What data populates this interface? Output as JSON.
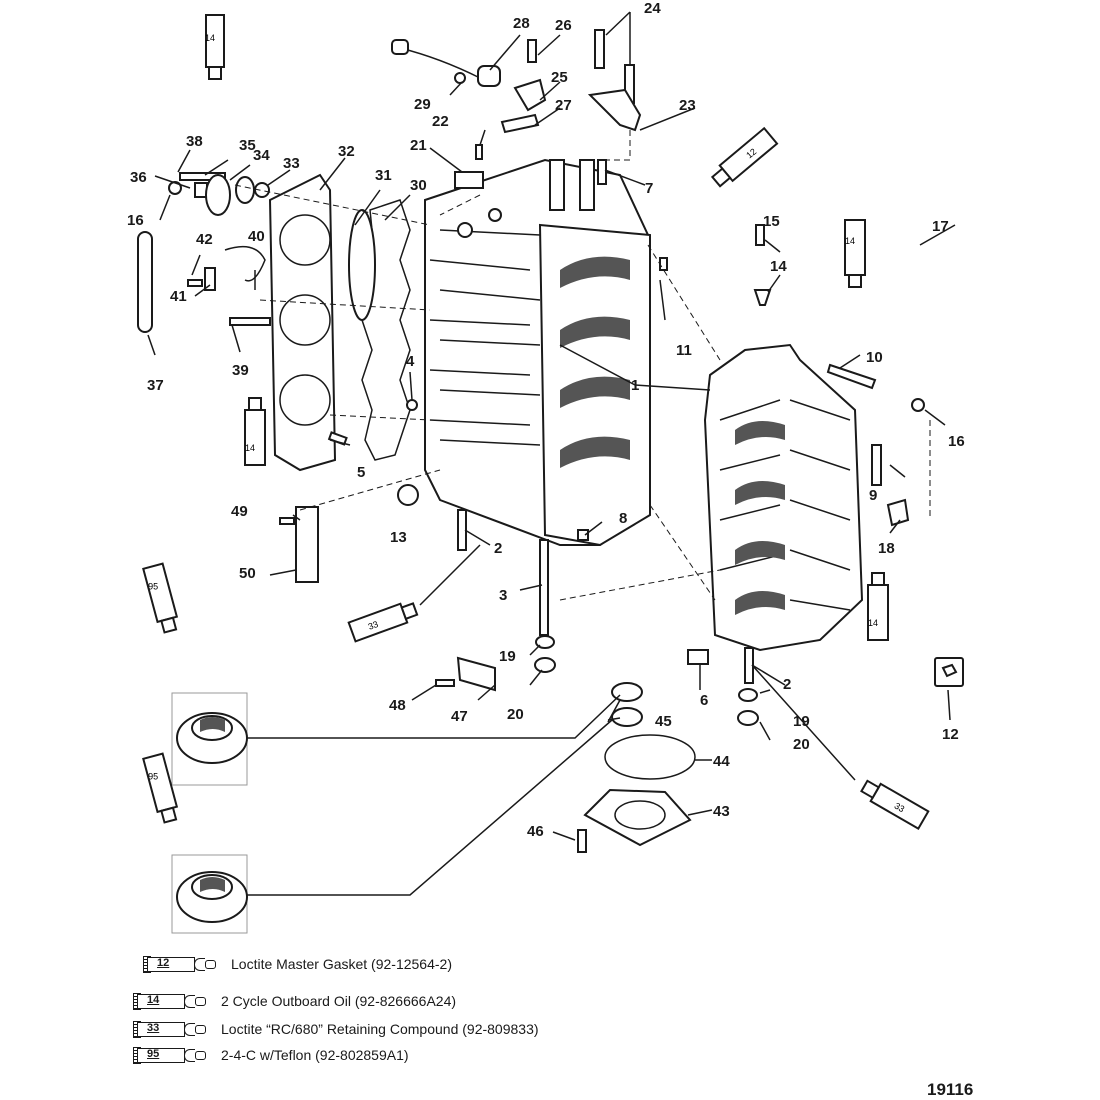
{
  "figure_number": "19116",
  "callouts": [
    "1",
    "2",
    "3",
    "4",
    "5",
    "6",
    "7",
    "8",
    "9",
    "10",
    "11",
    "12",
    "13",
    "14",
    "15",
    "16",
    "17",
    "18",
    "19",
    "20",
    "21",
    "22",
    "23",
    "24",
    "25",
    "26",
    "27",
    "28",
    "29",
    "30",
    "31",
    "32",
    "33",
    "34",
    "35",
    "36",
    "37",
    "38",
    "39",
    "40",
    "41",
    "42",
    "43",
    "44",
    "45",
    "46",
    "47",
    "48",
    "49",
    "50"
  ],
  "legend": [
    {
      "code": "12",
      "text": "Loctite Master Gasket (92-12564-2)"
    },
    {
      "code": "14",
      "text": "2 Cycle Outboard Oil (92-826666A24)"
    },
    {
      "code": "33",
      "text": "Loctite “RC/680” Retaining Compound (92-809833)"
    },
    {
      "code": "95",
      "text": "2-4-C w/Teflon (92-802859A1)"
    }
  ],
  "tube_labels": {
    "t1": "14",
    "t2": "14",
    "t3": "12",
    "t4": "14",
    "t5": "14",
    "t6": "33",
    "t7": "95",
    "t8": "95",
    "t9": "33"
  }
}
